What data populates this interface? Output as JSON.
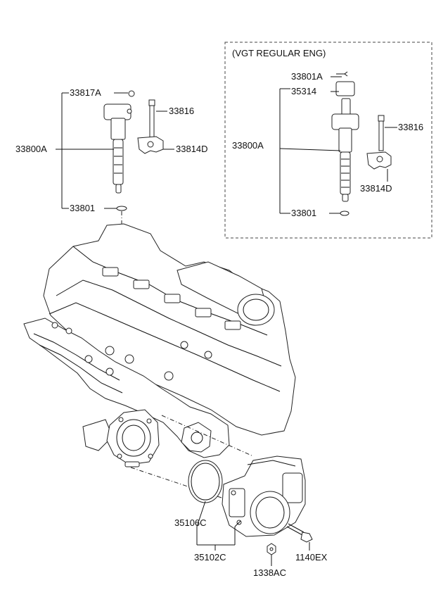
{
  "variant_box": {
    "title": "(VGT REGULAR ENG)"
  },
  "main_callouts": {
    "injector_assembly": "33800A",
    "washer_a": "33817A",
    "bolt": "33816",
    "clamp": "33814D",
    "seal_washer": "33801"
  },
  "vgt_callouts": {
    "injector_assembly": "33800A",
    "washer_a": "33801A",
    "cap": "35314",
    "bolt": "33816",
    "clamp": "33814D",
    "seal_washer": "33801"
  },
  "throttle_callouts": {
    "gasket": "35106C",
    "throttle_body": "35102C",
    "nut": "1338AC",
    "bolt": "1140EX"
  }
}
